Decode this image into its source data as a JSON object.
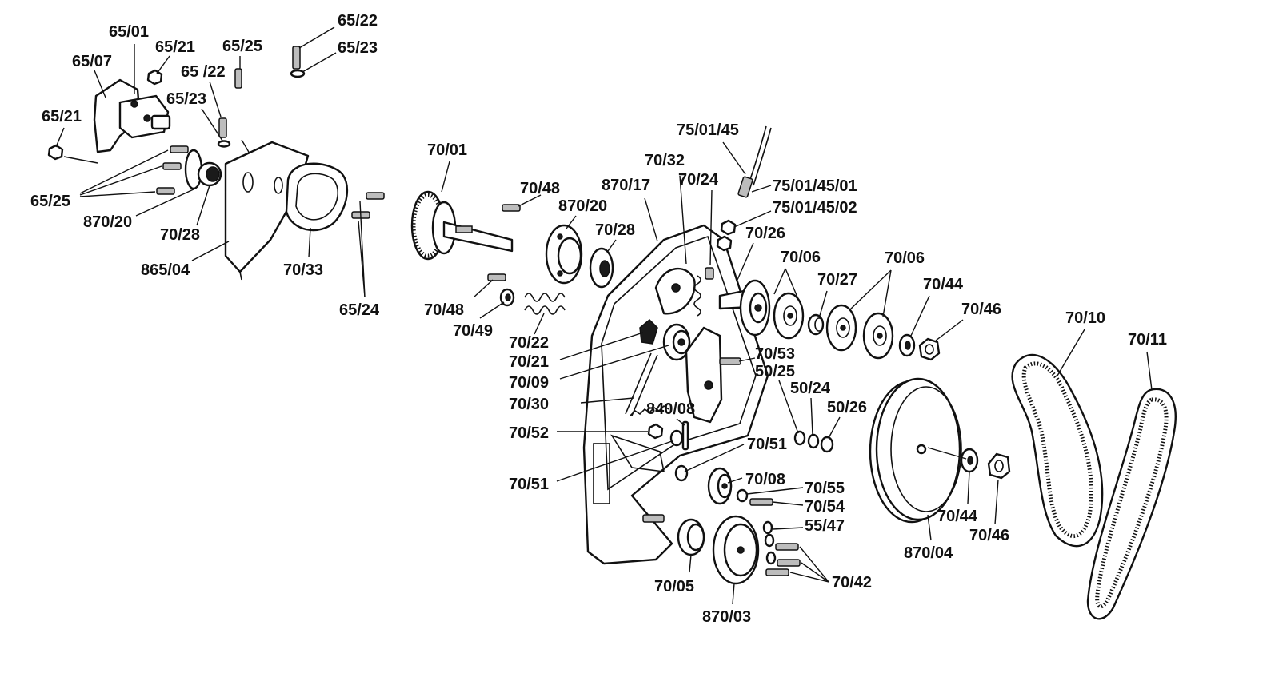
{
  "callouts": [
    {
      "id": "c01",
      "text": "65/01",
      "color": "#111111"
    },
    {
      "id": "c02",
      "text": "65/07"
    },
    {
      "id": "c03",
      "text": "65/21"
    },
    {
      "id": "c04",
      "text": "65/25"
    },
    {
      "id": "c05",
      "text": "65 /22"
    },
    {
      "id": "c06",
      "text": "65/22"
    },
    {
      "id": "c07",
      "text": "65/23"
    },
    {
      "id": "c08",
      "text": "65/23"
    },
    {
      "id": "c09",
      "text": "65/21"
    },
    {
      "id": "c10",
      "text": "65/25"
    },
    {
      "id": "c11",
      "text": "870/20"
    },
    {
      "id": "c12",
      "text": "70/28"
    },
    {
      "id": "c13",
      "text": "865/04"
    },
    {
      "id": "c14",
      "text": "70/33"
    },
    {
      "id": "c15",
      "text": "65/24"
    },
    {
      "id": "c16",
      "text": "70/01"
    },
    {
      "id": "c17",
      "text": "70/48"
    },
    {
      "id": "c18",
      "text": "870/20"
    },
    {
      "id": "c19",
      "text": "70/28"
    },
    {
      "id": "c20",
      "text": "70/48"
    },
    {
      "id": "c21",
      "text": "70/49"
    },
    {
      "id": "c22",
      "text": "70/22"
    },
    {
      "id": "c23",
      "text": "70/21"
    },
    {
      "id": "c24",
      "text": "70/09"
    },
    {
      "id": "c25",
      "text": "70/30"
    },
    {
      "id": "c26",
      "text": "70/52"
    },
    {
      "id": "c27",
      "text": "70/51"
    },
    {
      "id": "c28",
      "text": "840/08"
    },
    {
      "id": "c29",
      "text": "70/51"
    },
    {
      "id": "c30",
      "text": "70/08"
    },
    {
      "id": "c31",
      "text": "70/55"
    },
    {
      "id": "c32",
      "text": "70/54"
    },
    {
      "id": "c33",
      "text": "55/47"
    },
    {
      "id": "c34",
      "text": "70/42"
    },
    {
      "id": "c35",
      "text": "70/05"
    },
    {
      "id": "c36",
      "text": "870/03"
    },
    {
      "id": "c37",
      "text": "870/17"
    },
    {
      "id": "c38",
      "text": "70/32"
    },
    {
      "id": "c39",
      "text": "70/24"
    },
    {
      "id": "c40",
      "text": "75/01/45"
    },
    {
      "id": "c41",
      "text": "75/01/45/01"
    },
    {
      "id": "c42",
      "text": "75/01/45/02"
    },
    {
      "id": "c43",
      "text": "70/26"
    },
    {
      "id": "c44",
      "text": "70/06"
    },
    {
      "id": "c45",
      "text": "70/27"
    },
    {
      "id": "c46",
      "text": "70/06"
    },
    {
      "id": "c47",
      "text": "70/44"
    },
    {
      "id": "c48",
      "text": "70/46"
    },
    {
      "id": "c49",
      "text": "70/53"
    },
    {
      "id": "c50",
      "text": "50/25"
    },
    {
      "id": "c51",
      "text": "50/24"
    },
    {
      "id": "c52",
      "text": "50/26"
    },
    {
      "id": "c53",
      "text": "70/10"
    },
    {
      "id": "c54",
      "text": "70/11"
    },
    {
      "id": "c55",
      "text": "70/44"
    },
    {
      "id": "c56",
      "text": "70/46"
    },
    {
      "id": "c57",
      "text": "870/04"
    }
  ]
}
